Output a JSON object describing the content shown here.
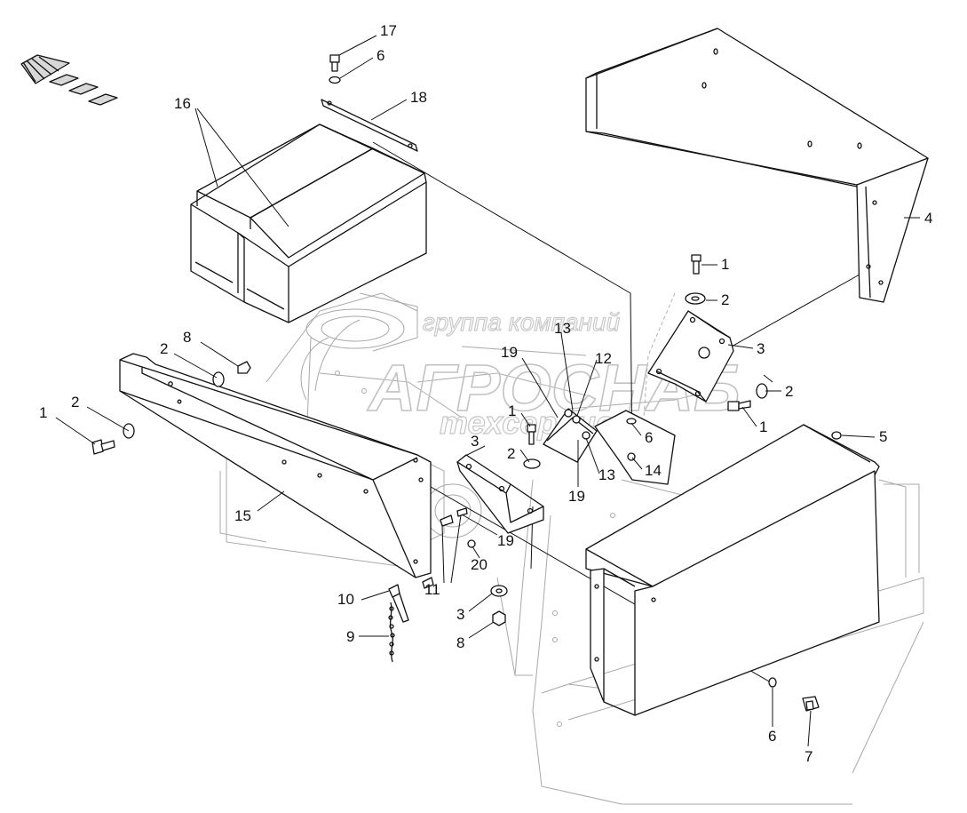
{
  "watermark": {
    "line1": "группа компаний",
    "line2": "АГРОСНАБ",
    "line3": "техсервис"
  },
  "callouts": [
    {
      "id": "c17",
      "label": "17"
    },
    {
      "id": "c6a",
      "label": "6"
    },
    {
      "id": "c18",
      "label": "18"
    },
    {
      "id": "c16",
      "label": "16"
    },
    {
      "id": "c4",
      "label": "4"
    },
    {
      "id": "c1a",
      "label": "1"
    },
    {
      "id": "c2a",
      "label": "2"
    },
    {
      "id": "c3a",
      "label": "3"
    },
    {
      "id": "c8a",
      "label": "8"
    },
    {
      "id": "c2b",
      "label": "2"
    },
    {
      "id": "c2c",
      "label": "2"
    },
    {
      "id": "c1b",
      "label": "1"
    },
    {
      "id": "c13a",
      "label": "13"
    },
    {
      "id": "c19a",
      "label": "19"
    },
    {
      "id": "c12",
      "label": "12"
    },
    {
      "id": "c2d",
      "label": "2"
    },
    {
      "id": "c1c",
      "label": "1"
    },
    {
      "id": "c5",
      "label": "5"
    },
    {
      "id": "c1d",
      "label": "1"
    },
    {
      "id": "c3b",
      "label": "3"
    },
    {
      "id": "c2e",
      "label": "2"
    },
    {
      "id": "c6b",
      "label": "6"
    },
    {
      "id": "c14",
      "label": "14"
    },
    {
      "id": "c13b",
      "label": "13"
    },
    {
      "id": "c19b",
      "label": "19"
    },
    {
      "id": "c15",
      "label": "15"
    },
    {
      "id": "c19c",
      "label": "19"
    },
    {
      "id": "c20",
      "label": "20"
    },
    {
      "id": "c10",
      "label": "10"
    },
    {
      "id": "c11",
      "label": "11"
    },
    {
      "id": "c3c",
      "label": "3"
    },
    {
      "id": "c9",
      "label": "9"
    },
    {
      "id": "c8b",
      "label": "8"
    },
    {
      "id": "c6c",
      "label": "6"
    },
    {
      "id": "c7",
      "label": "7"
    }
  ]
}
